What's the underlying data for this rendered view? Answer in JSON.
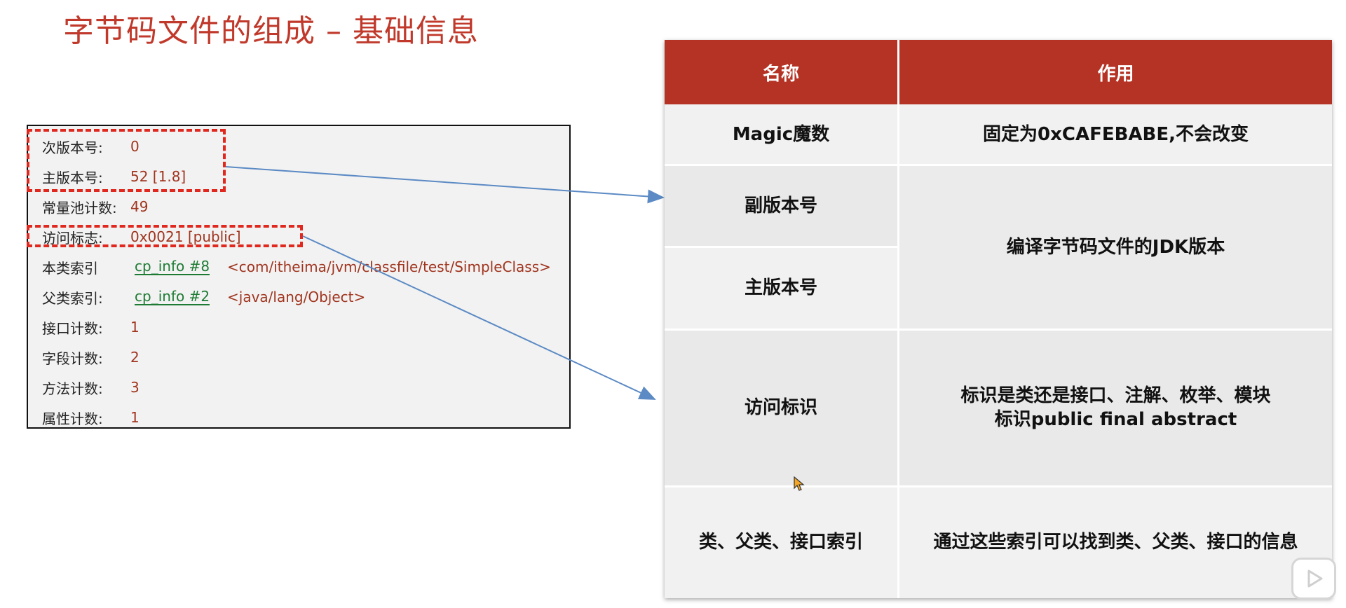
{
  "title": "字节码文件的组成 – 基础信息",
  "info_panel": {
    "rows": [
      {
        "label": "次版本号:",
        "value": "0"
      },
      {
        "label": "主版本号:",
        "value": "52 [1.8]"
      },
      {
        "label": "常量池计数:",
        "value": "49"
      },
      {
        "label": "访问标志:",
        "value": "0x0021 [public]"
      },
      {
        "label": "本类索引",
        "link": "cp_info #8",
        "extra": "<com/itheima/jvm/classfile/test/SimpleClass>"
      },
      {
        "label": "父类索引:",
        "link": "cp_info #2",
        "extra": "<java/lang/Object>"
      },
      {
        "label": "接口计数:",
        "value": "1"
      },
      {
        "label": "字段计数:",
        "value": "2"
      },
      {
        "label": "方法计数:",
        "value": "3"
      },
      {
        "label": "属性计数:",
        "value": "1"
      }
    ]
  },
  "table": {
    "headers": [
      "名称",
      "作用"
    ],
    "rows": [
      {
        "name": "Magic魔数",
        "desc": "固定为0xCAFEBABE,不会改变"
      },
      {
        "name": "副版本号",
        "desc": "编译字节码文件的JDK版本"
      },
      {
        "name": "主版本号",
        "desc": ""
      },
      {
        "name": "访问标识",
        "desc_line1": "标识是类还是接口、注解、枚举、模块",
        "desc_line2": "标识public final abstract"
      },
      {
        "name": "类、父类、接口索引",
        "desc": "通过这些索引可以找到类、父类、接口的信息"
      }
    ]
  },
  "colors": {
    "accent": "#c0392b",
    "header_bg": "#b53324",
    "dashed_highlight": "#e0281e",
    "arrow": "#5b8ac4",
    "link_green": "#1e7b34",
    "value_red": "#a0341e"
  },
  "icons": [
    "mouse-cursor-icon",
    "video-play-icon"
  ]
}
